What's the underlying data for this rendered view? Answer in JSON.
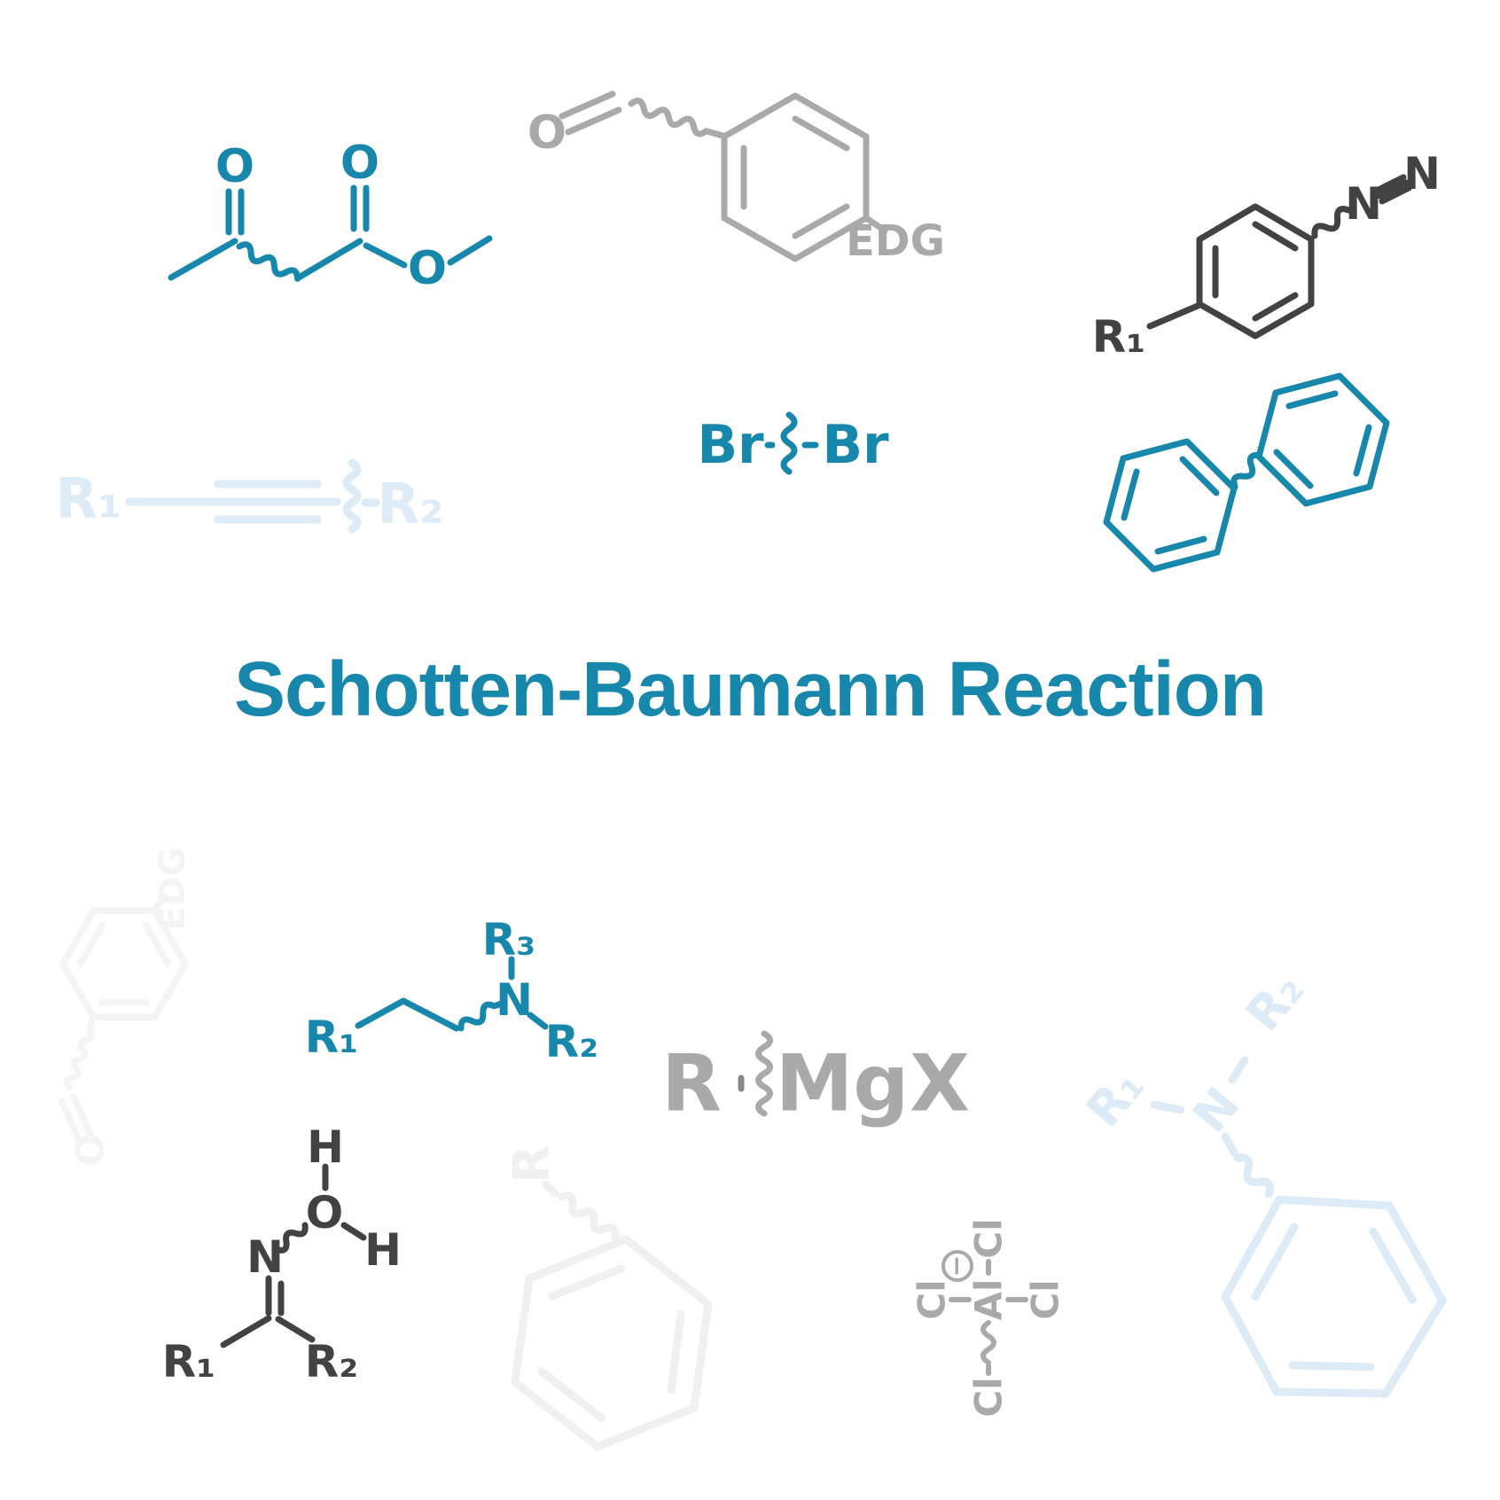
{
  "title": "Schotten-Baumann Reaction",
  "palette": {
    "teal": "#1787ab",
    "gray": "#a9a9a9",
    "dark": "#424242",
    "pale_blue": "#dcebf5",
    "faint_gray": "#f0f0f0"
  },
  "structures": {
    "ketoester": {
      "o_ketone": "O",
      "o_carbonyl": "O",
      "o_ester": "O"
    },
    "benzaldehyde_edg": {
      "o": "O",
      "edg": "EDG"
    },
    "aryl_diazonium": {
      "r1": "R₁",
      "n_inner": "N",
      "n_outer": "N"
    },
    "alkyne": {
      "r1": "R₁",
      "r2": "R₂"
    },
    "bromine": {
      "br_left": "Br",
      "br_right": "Br"
    },
    "tertiary_amine": {
      "r1": "R₁",
      "r2": "R₂",
      "r3": "R₃",
      "n": "N"
    },
    "grignard": {
      "r": "R",
      "mg": "Mg",
      "x": "X"
    },
    "oxime": {
      "h_top": "H",
      "h_right": "H",
      "o": "O",
      "n": "N",
      "r1": "R₁",
      "r2": "R₂"
    },
    "tetrachloroaluminate": {
      "al": "Al",
      "cl_top": "Cl",
      "cl_left": "Cl",
      "cl_right": "Cl",
      "cl_squiggle": "Cl",
      "charge": "−"
    },
    "aryl_amine_faint": {
      "r1": "R₁",
      "r2": "R₂",
      "n": "N"
    },
    "benzaldehyde_faint": {
      "o": "O",
      "edg": "EDG"
    },
    "phenyl_r_faint": {
      "r": "R"
    }
  }
}
